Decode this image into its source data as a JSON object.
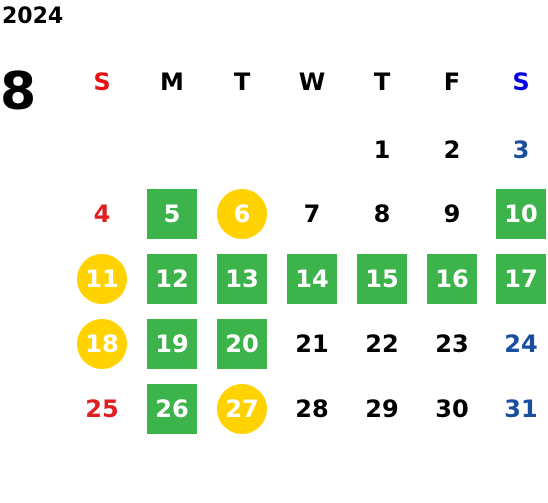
{
  "year": "2024",
  "month": "8",
  "colors": {
    "sunday": "#e02020",
    "saturday": "#1a4fa0",
    "green_highlight": "#3cb44b",
    "yellow_highlight": "#ffd200"
  },
  "weekdays": [
    {
      "label": "S",
      "color": "#e81010"
    },
    {
      "label": "M",
      "color": "#000000"
    },
    {
      "label": "T",
      "color": "#000000"
    },
    {
      "label": "W",
      "color": "#000000"
    },
    {
      "label": "T",
      "color": "#000000"
    },
    {
      "label": "F",
      "color": "#000000"
    },
    {
      "label": "S",
      "color": "#0000e0"
    }
  ],
  "weeks": [
    [
      null,
      null,
      null,
      null,
      {
        "day": "1"
      },
      {
        "day": "2"
      },
      {
        "day": "3"
      }
    ],
    [
      {
        "day": "4"
      },
      {
        "day": "5",
        "mark": "green"
      },
      {
        "day": "6",
        "mark": "yellow"
      },
      {
        "day": "7"
      },
      {
        "day": "8"
      },
      {
        "day": "9"
      },
      {
        "day": "10",
        "mark": "green"
      }
    ],
    [
      {
        "day": "11",
        "mark": "yellow"
      },
      {
        "day": "12",
        "mark": "green"
      },
      {
        "day": "13",
        "mark": "green"
      },
      {
        "day": "14",
        "mark": "green"
      },
      {
        "day": "15",
        "mark": "green"
      },
      {
        "day": "16",
        "mark": "green"
      },
      {
        "day": "17",
        "mark": "green"
      }
    ],
    [
      {
        "day": "18",
        "mark": "yellow"
      },
      {
        "day": "19",
        "mark": "green"
      },
      {
        "day": "20",
        "mark": "green"
      },
      {
        "day": "21"
      },
      {
        "day": "22"
      },
      {
        "day": "23"
      },
      {
        "day": "24"
      }
    ],
    [
      {
        "day": "25"
      },
      {
        "day": "26",
        "mark": "green"
      },
      {
        "day": "27",
        "mark": "yellow"
      },
      {
        "day": "28"
      },
      {
        "day": "29"
      },
      {
        "day": "30"
      },
      {
        "day": "31"
      }
    ]
  ]
}
